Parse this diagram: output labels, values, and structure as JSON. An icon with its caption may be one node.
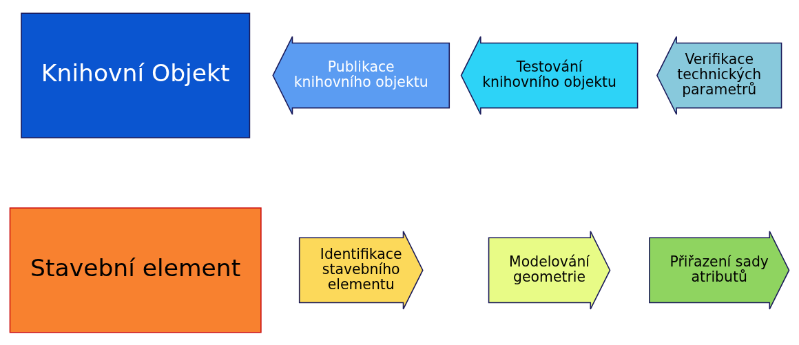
{
  "diagram": {
    "nodes": [
      {
        "text": [
          "Stavební element"
        ]
      },
      {
        "text": [
          "Identifikace stavebního elementu"
        ]
      },
      {
        "text": [
          "Modelování geometrie"
        ]
      },
      {
        "text": [
          "Přiřazení sady atributů"
        ]
      },
      {
        "text": [
          "Verifikace technických parametrů"
        ]
      },
      {
        "text": [
          "Testování knihovního objektu"
        ]
      },
      {
        "text": [
          "Publikace knihovního objektu"
        ]
      },
      {
        "text": [
          "Knihovní Objekt"
        ]
      }
    ]
  }
}
